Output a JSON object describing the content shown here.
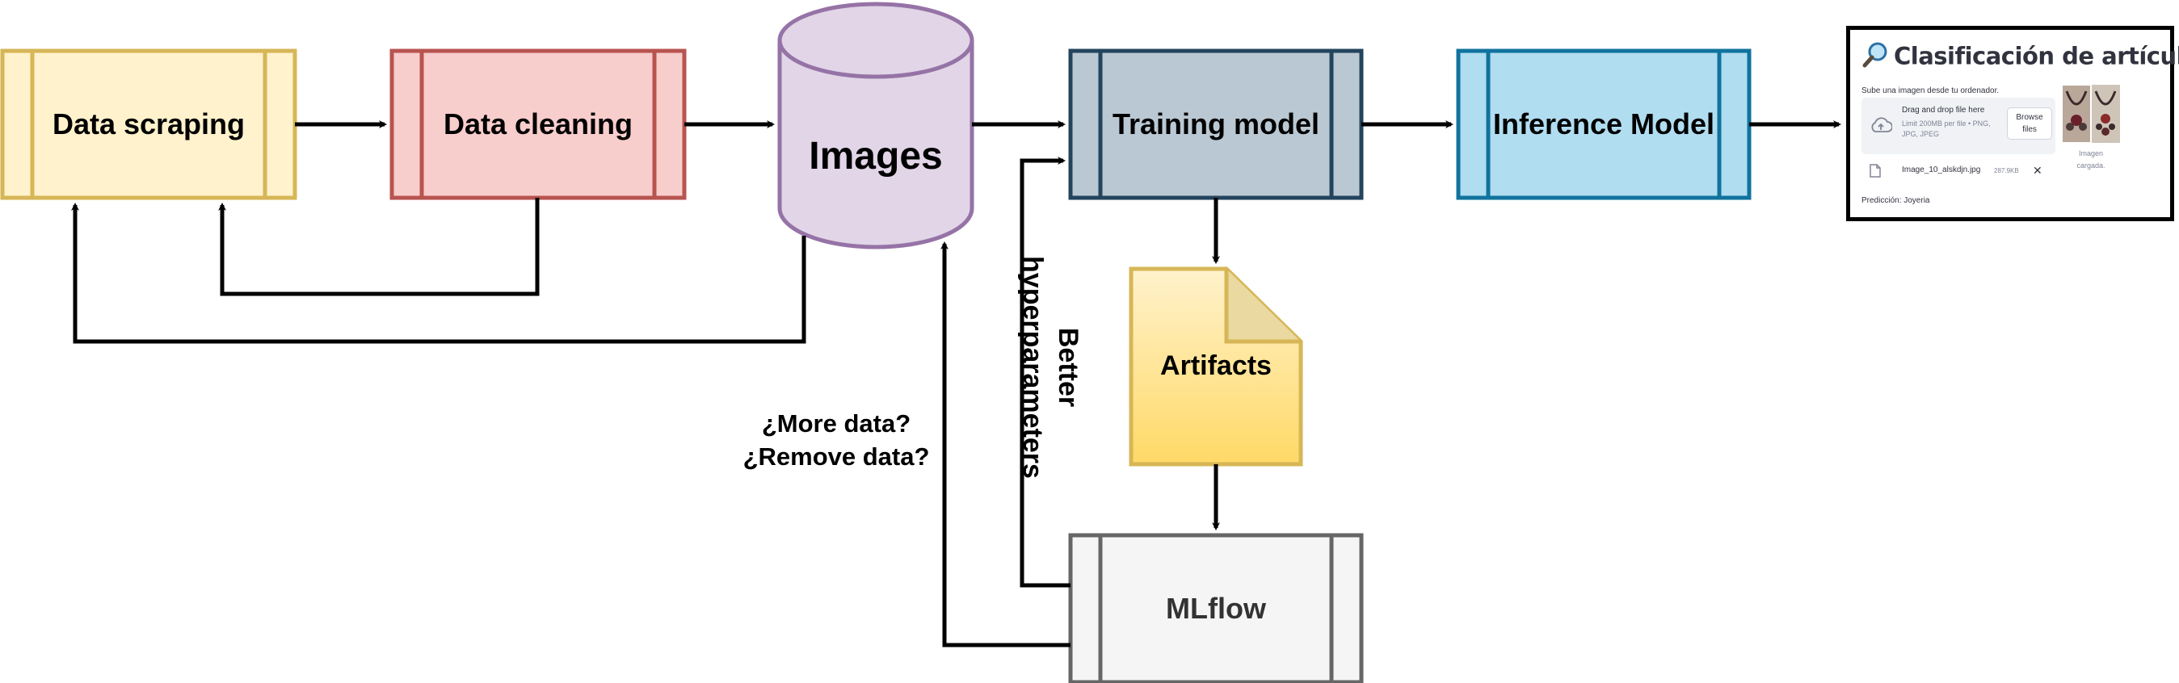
{
  "colors": {
    "yellow_fill": "#fff2cc",
    "yellow_stroke": "#d6b656",
    "red_fill": "#f8cecc",
    "red_stroke": "#b85450",
    "purple_fill": "#e1d5e7",
    "purple_stroke": "#9673a6",
    "slate_fill": "#bac8d3",
    "slate_stroke": "#23445d",
    "blue_fill": "#b1ddf0",
    "blue_stroke": "#10739e",
    "gold_fill_top": "#fff2cc",
    "gold_fill_bottom": "#ffd966",
    "gray_fill": "#f5f5f5",
    "gray_stroke": "#666666",
    "arrow": "#000000"
  },
  "nodes": {
    "data_scraping": "Data scraping",
    "data_cleaning": "Data cleaning",
    "images": "Images",
    "training_model": "Training model",
    "inference_model": "Inference Model",
    "artifacts": "Artifacts",
    "mlflow": "MLflow"
  },
  "annotations": {
    "more_data_line1": "¿More data?",
    "more_data_line2": "¿Remove data?",
    "better_line1": "Better",
    "better_line2": "hyperparameters"
  },
  "app": {
    "title": "Clasificación de artículos",
    "title_icon": "magnifier-icon",
    "upload_label": "Sube una imagen desde tu ordenador.",
    "drop_title": "Drag and drop file here",
    "drop_limit": "Limit 200MB per file • PNG, JPG, JPEG",
    "browse_line1": "Browse",
    "browse_line2": "files",
    "thumb_caption_line1": "Imagen",
    "thumb_caption_line2": "cargada.",
    "file_name": "Image_10_alskdjn.jpg",
    "file_size": "287.9KB",
    "remove_symbol": "✕",
    "prediction": "Predicción: Joyeria"
  }
}
